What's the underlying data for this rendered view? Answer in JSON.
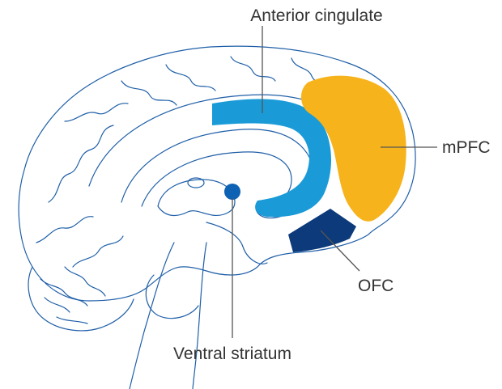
{
  "labels": {
    "anterior_cingulate": "Anterior cingulate",
    "mpfc": "mPFC",
    "ofc": "OFC",
    "ventral_striatum": "Ventral striatum"
  },
  "colors": {
    "outline": "#1f5fa8",
    "anterior_cingulate": "#1a9bd8",
    "mpfc": "#f7b31b",
    "ofc": "#0c3a7a",
    "ventral_striatum": "#0e62b4",
    "label_text": "#333333",
    "leader_line": "#555555"
  }
}
